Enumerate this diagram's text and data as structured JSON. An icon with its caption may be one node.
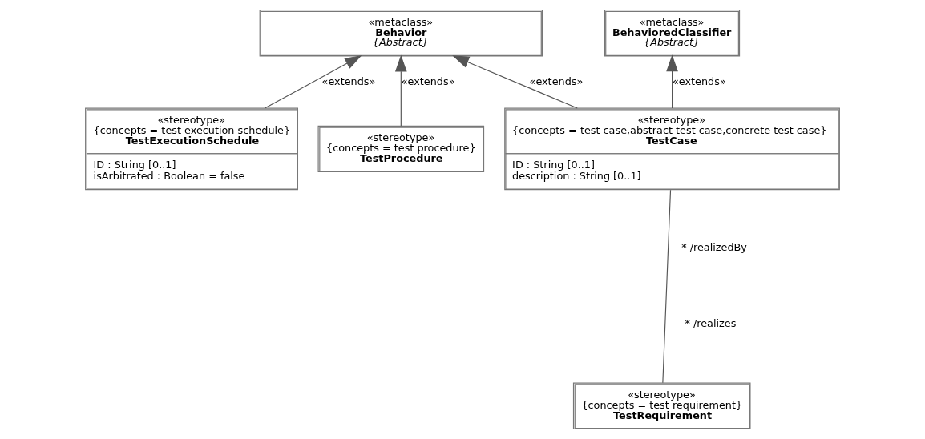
{
  "diagram": {
    "nodes": [
      {
        "text": [
          "«metaclass»",
          "BehavioredClassifier",
          "{Abstract}"
        ]
      },
      {
        "text": [
          "«metaclass»",
          "Behavior",
          "{Abstract}"
        ]
      },
      {
        "text": [
          "«stereotype»",
          "{concepts = test case,abstract test case,concrete test case}",
          "TestCase",
          "ID : String [0..1]",
          "description : String [0..1]"
        ]
      },
      {
        "text": [
          "«stereotype»",
          "{concepts = test execution schedule}",
          "TestExecutionSchedule",
          "ID : String [0..1]",
          "isArbitrated : Boolean = false"
        ]
      },
      {
        "text": [
          "«stereotype»",
          "{concepts = test procedure}",
          "TestProcedure"
        ]
      },
      {
        "text": [
          "«stereotype»",
          "{concepts = test requirement}",
          "TestRequirement"
        ]
      }
    ],
    "edges": [
      {
        "from": 2,
        "to": 0,
        "arrow": "to",
        "label": "«extends»"
      },
      {
        "from": 2,
        "to": 1,
        "arrow": "to",
        "label": "«extends»"
      },
      {
        "from": 3,
        "to": 1,
        "arrow": "to",
        "label": "«extends»"
      },
      {
        "from": 4,
        "to": 1,
        "arrow": "to",
        "label": "«extends»"
      },
      {
        "from": 2,
        "to": 5,
        "arrow": "none"
      }
    ],
    "labels": [
      "* /realizedBy",
      "* /realizes"
    ]
  }
}
